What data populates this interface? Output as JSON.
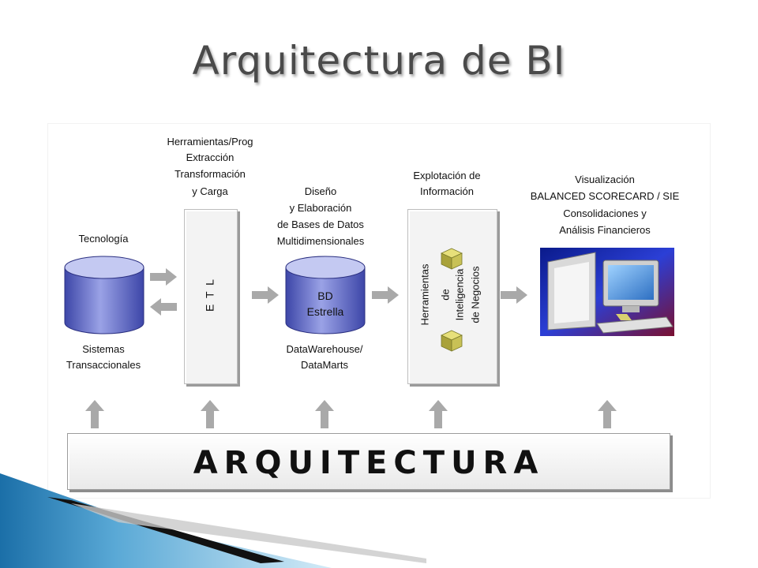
{
  "slide": {
    "title": "Arquitectura de BI"
  },
  "diagram": {
    "tecnologia": "Tecnología",
    "sistemas": [
      "Sistemas",
      "Transaccionales"
    ],
    "etl_header": [
      "Herramientas/Prog",
      "Extracción",
      "Transformación",
      "y  Carga"
    ],
    "etl_label": "E T L",
    "diseno": [
      "Diseño",
      "y  Elaboración",
      "de Bases de Datos",
      "Multidimensionales"
    ],
    "db_label": [
      "BD",
      "Estrella"
    ],
    "dw": [
      "DataWarehouse/",
      "DataMarts"
    ],
    "explotacion": [
      "Explotación de",
      "Información"
    ],
    "herramientas": [
      "Herramientas",
      "de",
      "Inteligencia",
      "de Negocios"
    ],
    "visualizacion": [
      "Visualización",
      "BALANCED SCORECARD / SIE",
      "Consolidaciones y",
      "Análisis Financieros"
    ],
    "bottom": "ARQUITECTURA"
  },
  "colors": {
    "title": "#4a4a4a",
    "cylinder_top": "#9fa6de",
    "cylinder_body": "#5a63c2",
    "arrow": "#a9a9a9",
    "accent_blue": "#1b6fa8"
  }
}
